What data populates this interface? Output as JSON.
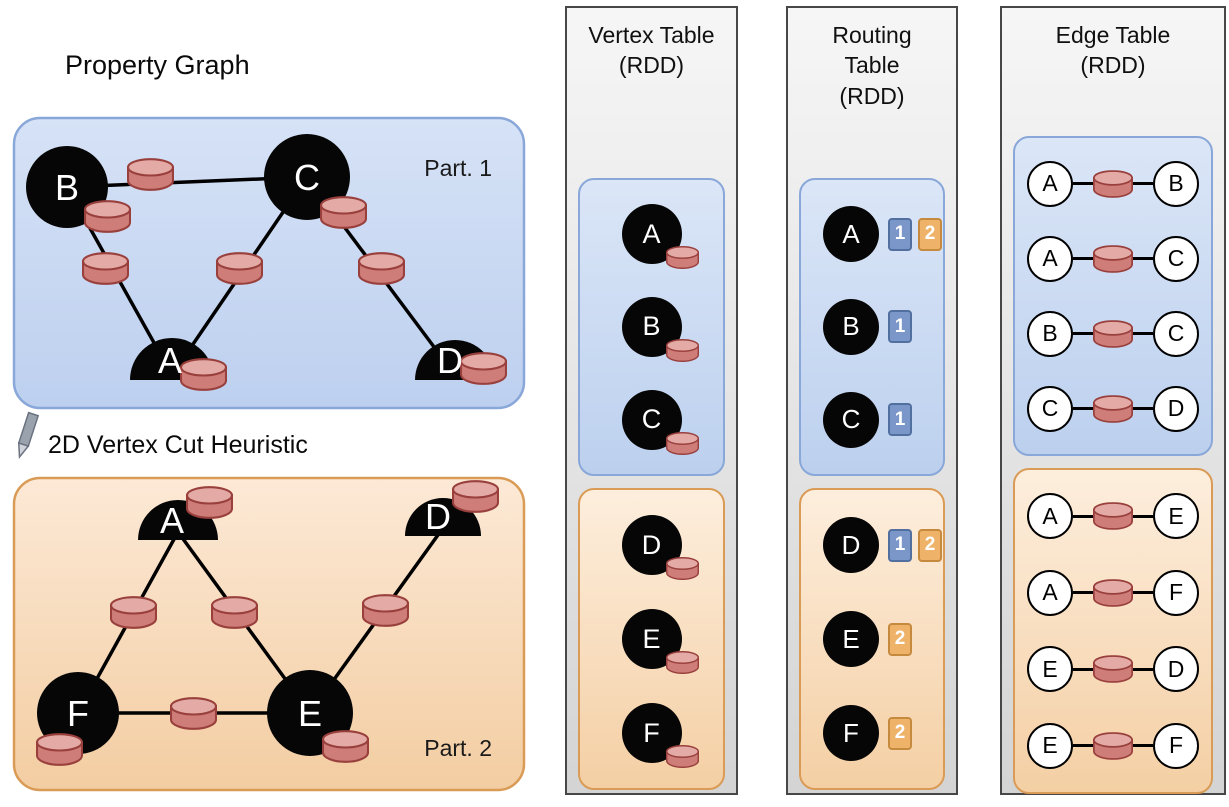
{
  "graph": {
    "title": "Property Graph",
    "heuristic_label": "2D Vertex Cut Heuristic",
    "part1": {
      "label": "Part. 1",
      "vertices": [
        "B",
        "C",
        "A",
        "D"
      ]
    },
    "part2": {
      "label": "Part. 2",
      "vertices": [
        "A",
        "D",
        "F",
        "E"
      ]
    }
  },
  "vertex_table": {
    "title": [
      "Vertex Table",
      "(RDD)"
    ],
    "partition1": [
      "A",
      "B",
      "C"
    ],
    "partition2": [
      "D",
      "E",
      "F"
    ]
  },
  "routing_table": {
    "title": [
      "Routing",
      "Table",
      "(RDD)"
    ],
    "partition1": [
      {
        "vertex": "A",
        "parts": [
          "1",
          "2"
        ]
      },
      {
        "vertex": "B",
        "parts": [
          "1"
        ]
      },
      {
        "vertex": "C",
        "parts": [
          "1"
        ]
      }
    ],
    "partition2": [
      {
        "vertex": "D",
        "parts": [
          "1",
          "2"
        ]
      },
      {
        "vertex": "E",
        "parts": [
          "2"
        ]
      },
      {
        "vertex": "F",
        "parts": [
          "2"
        ]
      }
    ]
  },
  "edge_table": {
    "title": [
      "Edge Table",
      "(RDD)"
    ],
    "partition1": [
      [
        "A",
        "B"
      ],
      [
        "A",
        "C"
      ],
      [
        "B",
        "C"
      ],
      [
        "C",
        "D"
      ]
    ],
    "partition2": [
      [
        "A",
        "E"
      ],
      [
        "A",
        "F"
      ],
      [
        "E",
        "D"
      ],
      [
        "E",
        "F"
      ]
    ]
  },
  "colors": {
    "partition1_fill_top": "#dbe6f7",
    "partition1_fill_bottom": "#bcd0ee",
    "partition1_border": "#89a7d8",
    "partition2_fill_top": "#fdeedd",
    "partition2_fill_bottom": "#f4cfa4",
    "partition2_border": "#d99b55",
    "cylinder_body": "#ce7d79",
    "cylinder_top": "#e3aaa6",
    "cylinder_border": "#993f3c",
    "badge_part1": "#7b97c9",
    "badge_part2": "#eeb269",
    "column_border": "#474747"
  }
}
